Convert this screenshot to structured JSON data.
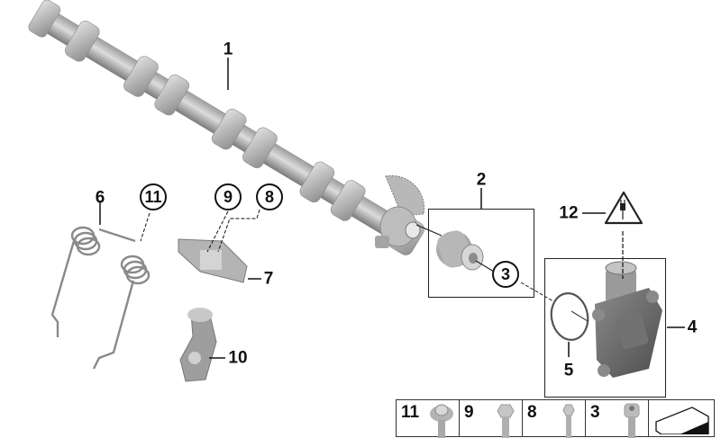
{
  "diagram": {
    "type": "exploded-parts-diagram",
    "subject": "Camshaft and eccentric shaft sensor assembly",
    "callouts": [
      {
        "id": "1",
        "label": "1",
        "part": "camshaft",
        "circled": false
      },
      {
        "id": "2",
        "label": "2",
        "part": "sensor-wheel-magnet-group",
        "circled": false
      },
      {
        "id": "3",
        "label": "3",
        "part": "screw",
        "circled": true
      },
      {
        "id": "4",
        "label": "4",
        "part": "eccentric-shaft-sensor",
        "circled": false
      },
      {
        "id": "5",
        "label": "5",
        "part": "o-ring",
        "circled": false
      },
      {
        "id": "6",
        "label": "6",
        "part": "torsion-spring",
        "circled": false
      },
      {
        "id": "7",
        "label": "7",
        "part": "bracket",
        "circled": false
      },
      {
        "id": "8",
        "label": "8",
        "part": "bolt",
        "circled": true
      },
      {
        "id": "9",
        "label": "9",
        "part": "bolt",
        "circled": true
      },
      {
        "id": "10",
        "label": "10",
        "part": "intermediate-lever",
        "circled": false
      },
      {
        "id": "11",
        "label": "11",
        "part": "bolt",
        "circled": true
      },
      {
        "id": "12",
        "label": "12",
        "part": "electrical-connector-warning",
        "circled": false
      }
    ],
    "fastener_legend": [
      {
        "label": "11",
        "icon": "flange-bolt-icon"
      },
      {
        "label": "9",
        "icon": "hex-bolt-icon"
      },
      {
        "label": "8",
        "icon": "hex-bolt-small-icon"
      },
      {
        "label": "3",
        "icon": "socket-head-screw-icon"
      },
      {
        "label": "",
        "icon": "shim-plate-icon"
      }
    ]
  },
  "colors": {
    "part_light": "#d4d4d4",
    "part_mid": "#a8a8a8",
    "part_dark": "#6e6e6e",
    "line": "#1a1a1a"
  }
}
